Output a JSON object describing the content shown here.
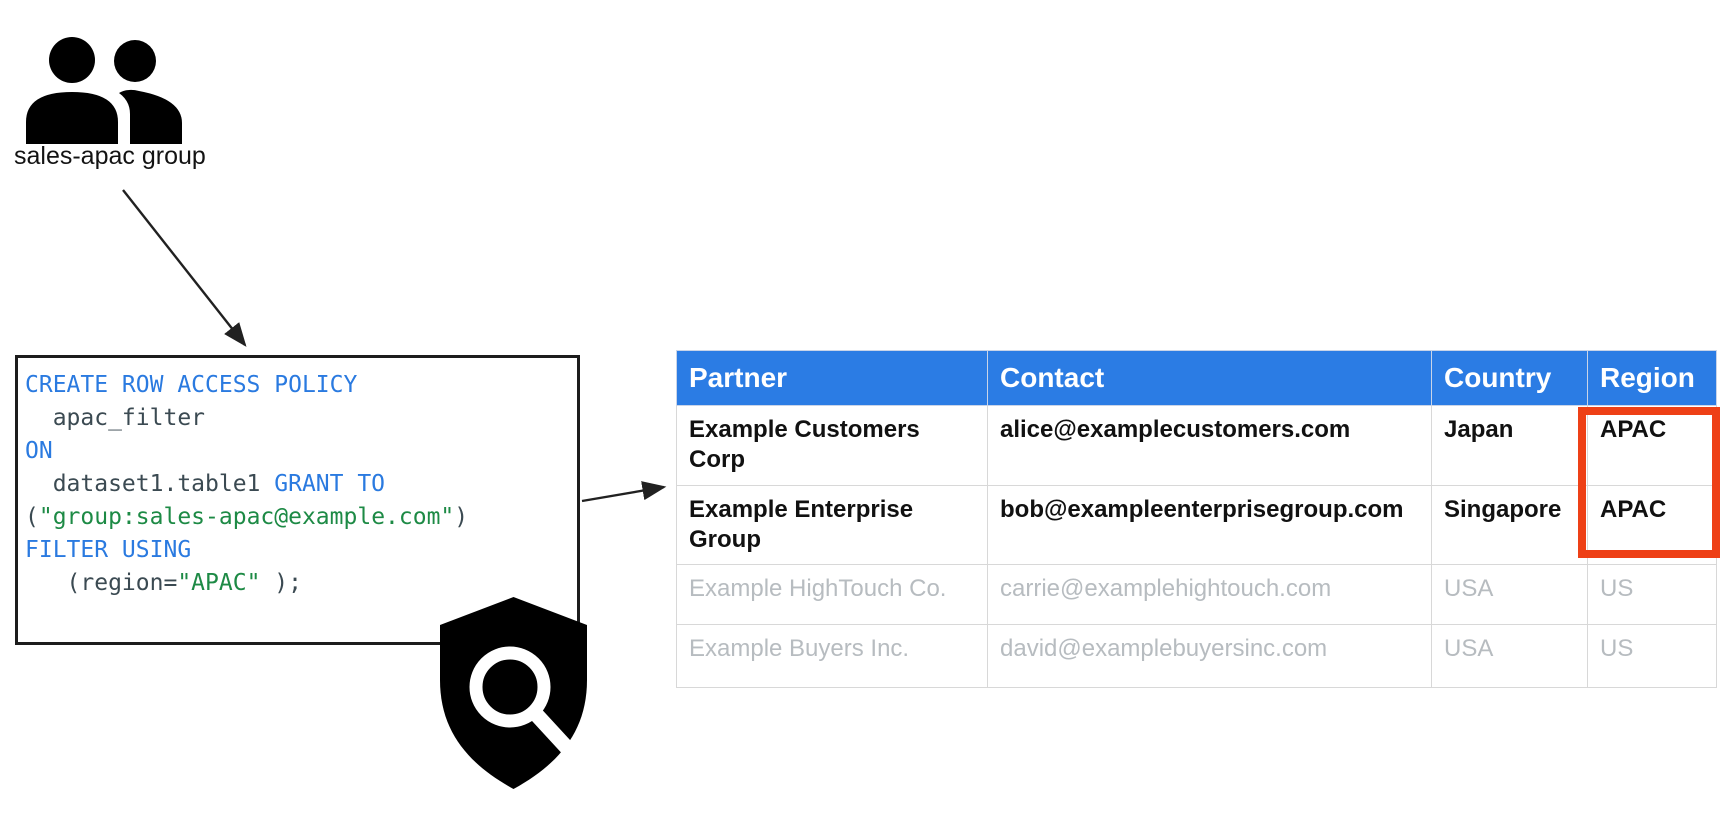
{
  "colors": {
    "header_bg": "#2b7ce4",
    "highlight": "#ee4016",
    "code_kw": "#2a7ae0",
    "code_id": "#3b4a52",
    "code_str": "#1d8a45",
    "dim": "#b7bcc0"
  },
  "group": {
    "label": "sales-apac group"
  },
  "icons": {
    "group_icon": "two-people-group",
    "shield_icon": "shield-with-magnifier"
  },
  "code_box": {
    "lines": [
      [
        {
          "t": "CREATE ROW ACCESS POLICY",
          "c": "kw"
        }
      ],
      [
        {
          "t": "  apac_filter",
          "c": "id"
        }
      ],
      [
        {
          "t": "ON",
          "c": "kw"
        }
      ],
      [
        {
          "t": "  dataset1.table1 ",
          "c": "id"
        },
        {
          "t": "GRANT TO",
          "c": "kw"
        }
      ],
      [
        {
          "t": "(",
          "c": "id"
        },
        {
          "t": "\"group:sales-apac@example.com\"",
          "c": "str"
        },
        {
          "t": ")",
          "c": "id"
        }
      ],
      [
        {
          "t": "FILTER USING",
          "c": "kw"
        }
      ],
      [
        {
          "t": "   (region=",
          "c": "id"
        },
        {
          "t": "\"APAC\"",
          "c": "str"
        },
        {
          "t": " );",
          "c": "id"
        }
      ]
    ]
  },
  "table": {
    "headers": [
      "Partner",
      "Contact",
      "Country",
      "Region"
    ],
    "rows": [
      {
        "emphasis": "matched",
        "cells": [
          "Example Customers Corp",
          "alice@examplecustomers.com",
          "Japan",
          "APAC"
        ]
      },
      {
        "emphasis": "matched",
        "cells": [
          "Example Enterprise Group",
          "bob@exampleenterprisegroup.com",
          "Singapore",
          "APAC"
        ]
      },
      {
        "emphasis": "dimmed",
        "cells": [
          "Example HighTouch Co.",
          "carrie@examplehightouch.com",
          "USA",
          "US"
        ]
      },
      {
        "emphasis": "dimmed",
        "cells": [
          "Example Buyers Inc.",
          "david@examplebuyersinc.com",
          "USA",
          "US"
        ]
      }
    ],
    "highlight": {
      "column": "Region",
      "row_indexes": [
        0,
        1
      ],
      "color": "#ee4016"
    }
  }
}
